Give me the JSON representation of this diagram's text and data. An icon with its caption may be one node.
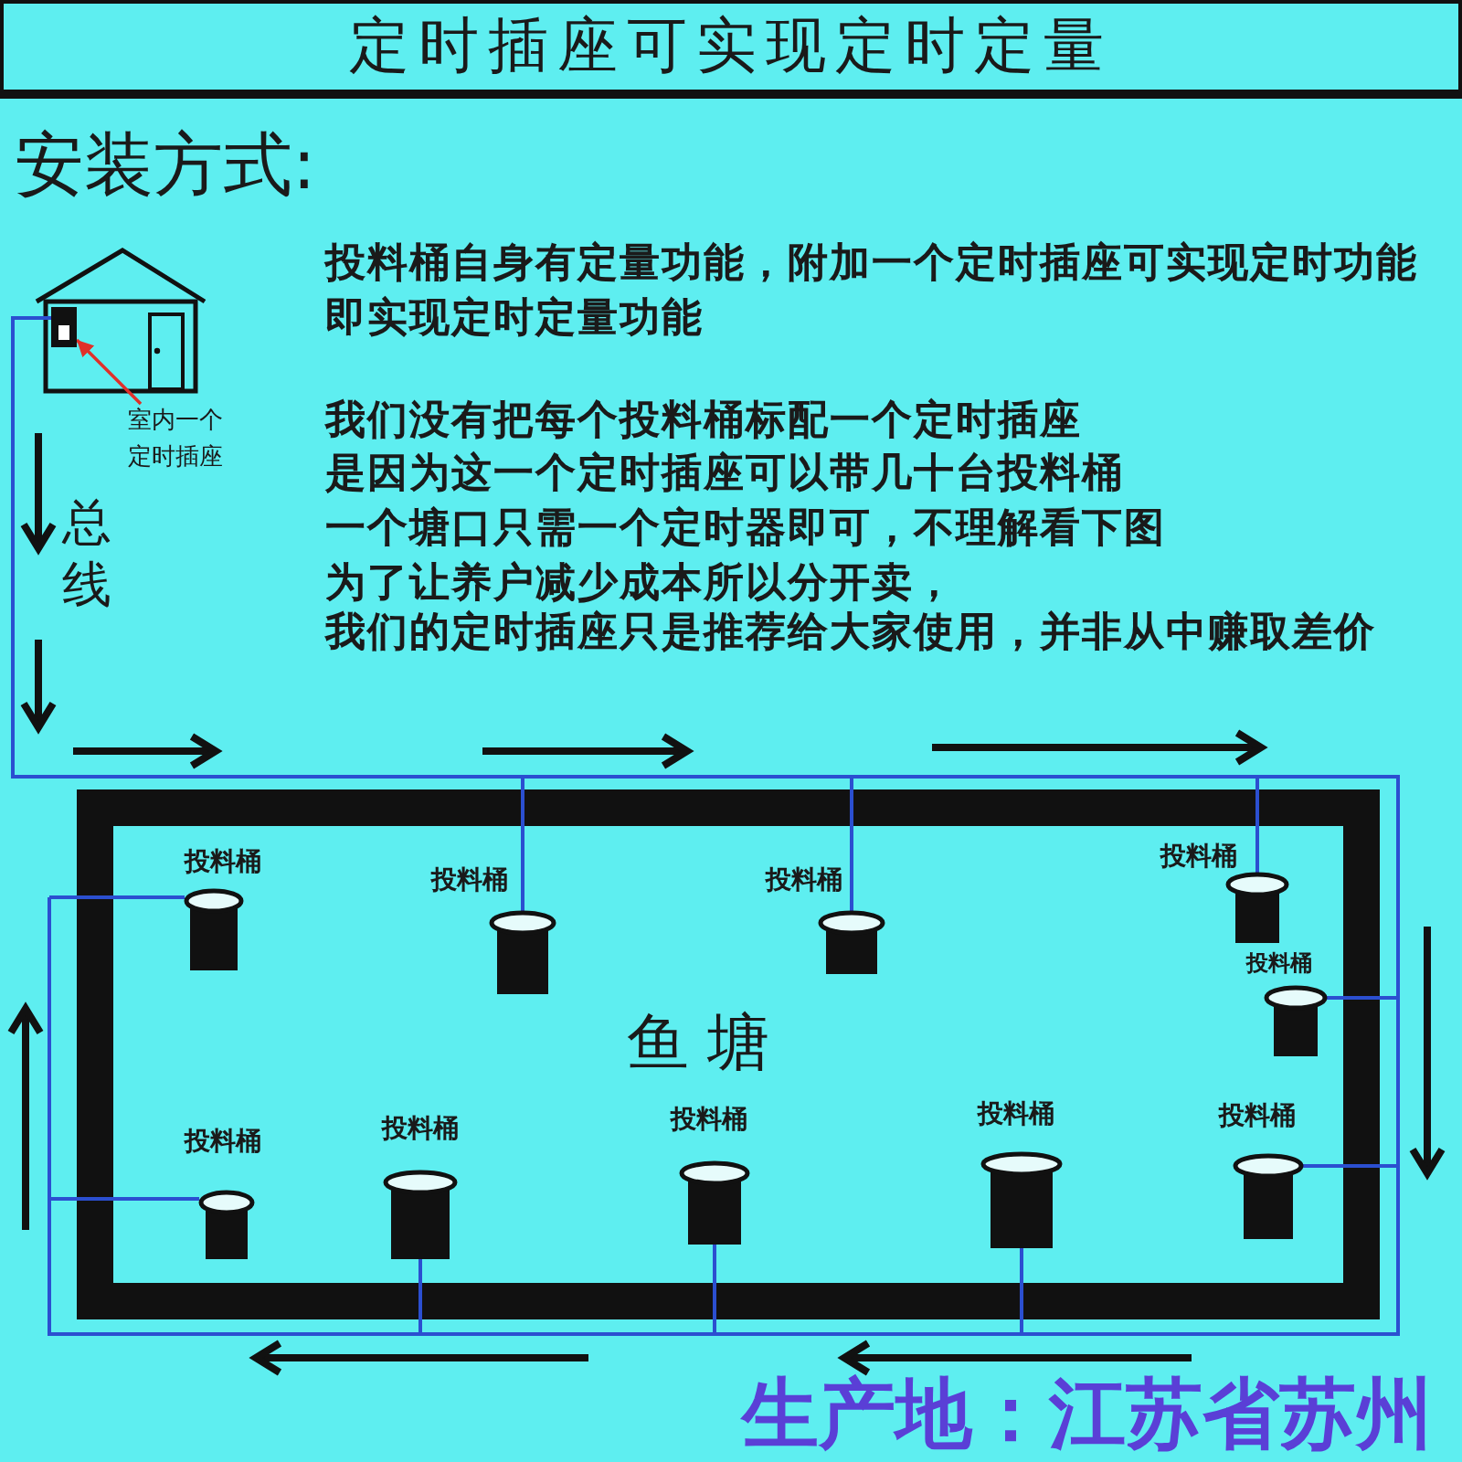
{
  "diagram": {
    "title": "定时插座可实现定时定量",
    "nodes": [
      {
        "text": [],
        "shape": "picture"
      },
      {
        "text": [],
        "shape": "box",
        "in": 0
      },
      {
        "text": [
          "室内一个定时插座"
        ]
      },
      {
        "text": [
          "鱼塘"
        ]
      },
      {
        "text": [
          "投料桶"
        ],
        "in": 3
      },
      {
        "text": [
          "投料桶"
        ],
        "in": 3
      },
      {
        "text": [
          "投料桶"
        ],
        "in": 3
      },
      {
        "text": [
          "投料桶"
        ],
        "in": 3
      },
      {
        "text": [
          "投料桶"
        ],
        "in": 3
      },
      {
        "text": [
          "投料桶"
        ],
        "in": 3
      },
      {
        "text": [
          "投料桶"
        ],
        "in": 3
      },
      {
        "text": [
          "投料桶"
        ],
        "in": 3
      },
      {
        "text": [
          "投料桶"
        ],
        "in": 3
      },
      {
        "text": [
          "投料桶"
        ],
        "in": 3
      }
    ],
    "edges": [
      {
        "from": 1,
        "to": 4,
        "arrow": "none"
      },
      {
        "from": 1,
        "to": 5,
        "arrow": "none"
      },
      {
        "from": 1,
        "to": 6,
        "arrow": "none"
      },
      {
        "from": 1,
        "to": 7,
        "arrow": "none"
      },
      {
        "from": 1,
        "to": 8,
        "arrow": "none"
      },
      {
        "from": 1,
        "to": 9,
        "arrow": "none"
      },
      {
        "from": 1,
        "to": 10,
        "arrow": "none"
      },
      {
        "from": 1,
        "to": 11,
        "arrow": "none"
      },
      {
        "from": 1,
        "to": 12,
        "arrow": "none"
      },
      {
        "from": 1,
        "to": 13,
        "arrow": "none"
      },
      {
        "from": 2,
        "to": 1,
        "arrow": "to",
        "color": "#e0302a"
      }
    ],
    "labels": [
      "安装方式:",
      "投料桶自身有定量功能，附加一个定时插座可实现定时功能",
      "即实现定时定量功能",
      "我们没有把每个投料桶标配一个定时插座",
      "是因为这一个定时插座可以带几十台投料桶",
      "一个塘口只需一个定时器即可，不理解看下图",
      "为了让养户减少成本所以分开卖，",
      "我们的定时插座只是推荐给大家使用，并非从中赚取差价",
      "总线",
      "生产地：江苏省苏州"
    ]
  }
}
